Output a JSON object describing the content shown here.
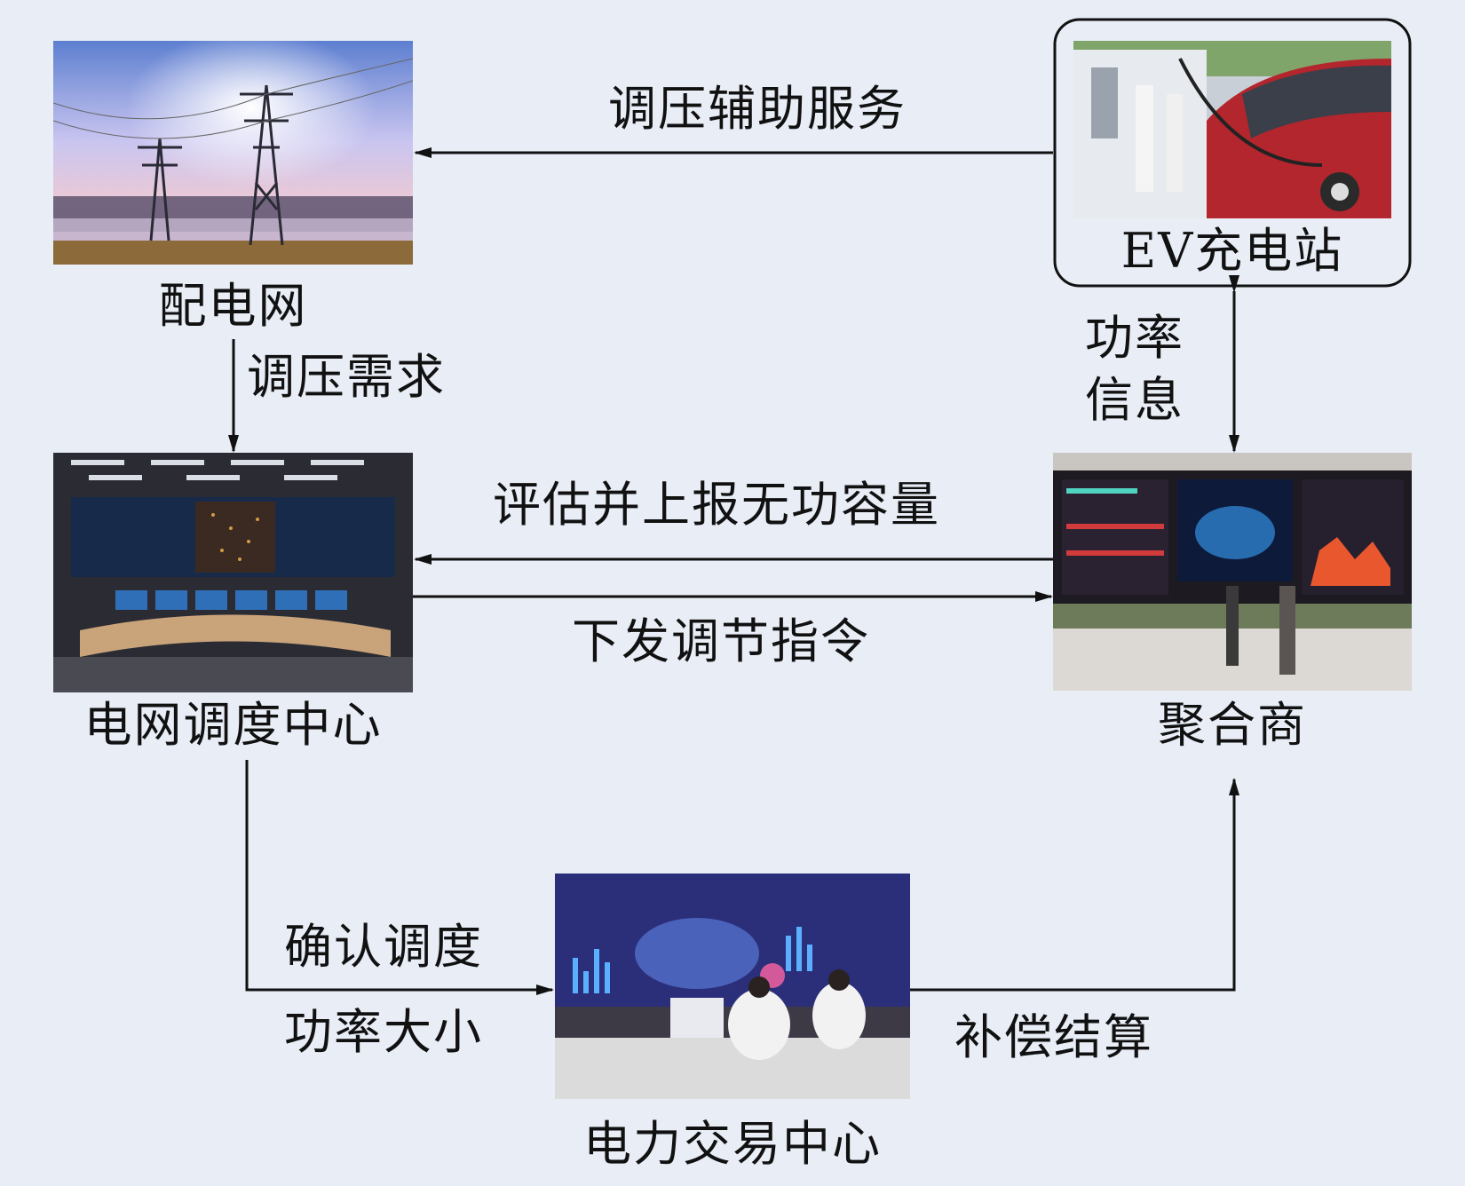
{
  "nodes": {
    "distribution_grid": "配电网",
    "ev_station": "EV充电站",
    "dispatch_center": "电网调度中心",
    "aggregator": "聚合商",
    "trading_center": "电力交易中心"
  },
  "edges": {
    "voltage_regulation_service": "调压辅助服务",
    "voltage_regulation_demand": "调压需求",
    "power_info_line1": "功率",
    "power_info_line2": "信息",
    "evaluate_report_reactive_capacity": "评估并上报无功容量",
    "issue_adjustment_command": "下发调节指令",
    "confirm_dispatch_line1": "确认调度",
    "confirm_dispatch_line2": "功率大小",
    "compensation_settlement": "补偿结算"
  }
}
